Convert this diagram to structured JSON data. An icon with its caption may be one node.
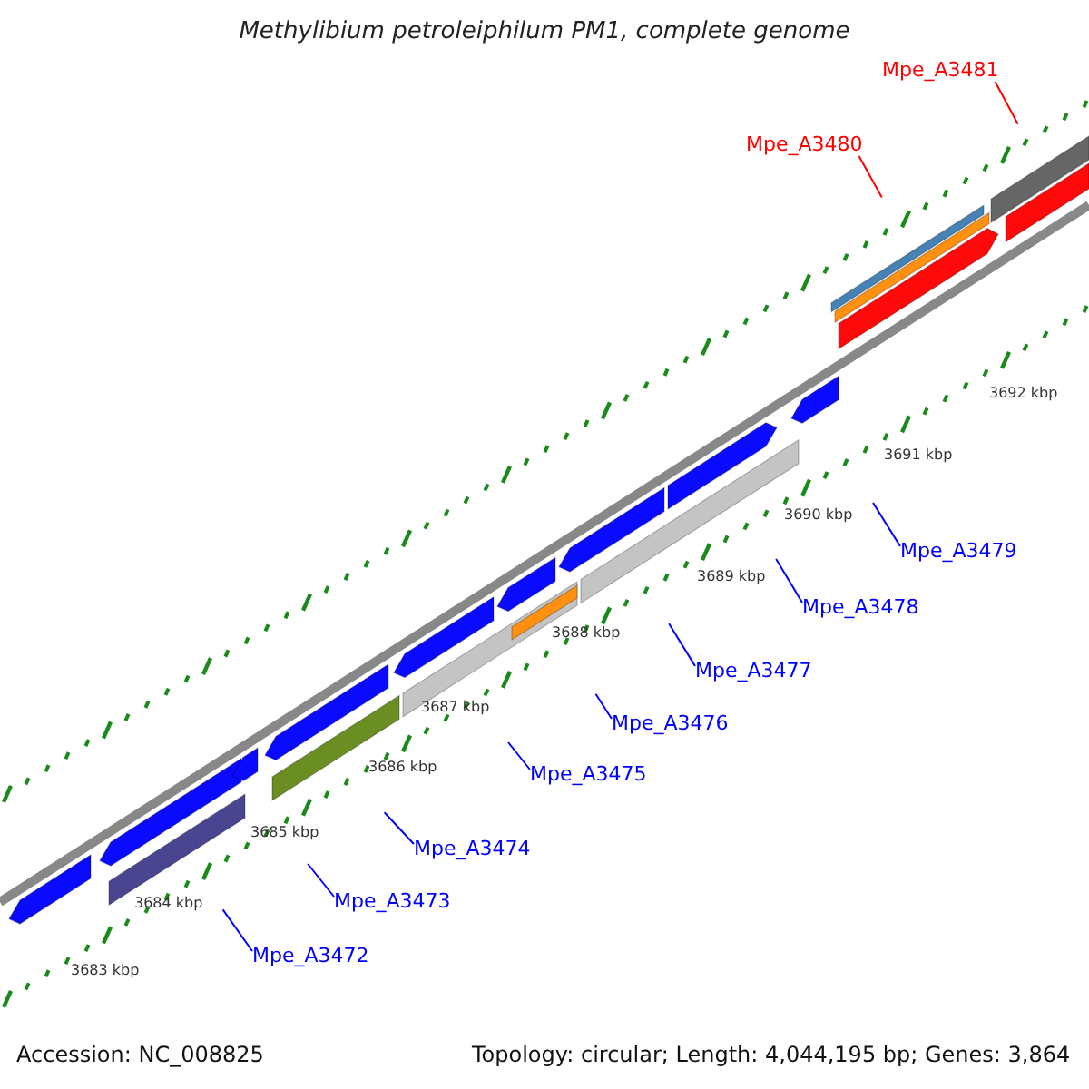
{
  "diagram": {
    "title": "Methylibium petroleiphilum PM1, complete genome",
    "nodes": [
      {
        "text": [
          "Mpe_A3481"
        ]
      },
      {
        "text": [
          "Mpe_A3480"
        ]
      },
      {
        "text": [
          "Mpe_A3479"
        ]
      },
      {
        "text": [
          "Mpe_A3478"
        ]
      },
      {
        "text": [
          "Mpe_A3477"
        ]
      },
      {
        "text": [
          "Mpe_A3476"
        ]
      },
      {
        "text": [
          "Mpe_A3475"
        ]
      },
      {
        "text": [
          "Mpe_A3474"
        ]
      },
      {
        "text": [
          "Mpe_A3473"
        ]
      },
      {
        "text": [
          "Mpe_A3472"
        ]
      }
    ],
    "edges": [
      {
        "from": 0,
        "to": null,
        "arrow": "none",
        "color": "#ff0000"
      },
      {
        "from": 1,
        "to": null,
        "arrow": "none",
        "color": "#ff0000"
      },
      {
        "from": 2,
        "to": null,
        "arrow": "none"
      },
      {
        "from": 3,
        "to": null,
        "arrow": "none"
      },
      {
        "from": 4,
        "to": null,
        "arrow": "none"
      },
      {
        "from": 5,
        "to": null,
        "arrow": "none"
      },
      {
        "from": 6,
        "to": null,
        "arrow": "none"
      },
      {
        "from": 7,
        "to": null,
        "arrow": "none"
      },
      {
        "from": 8,
        "to": null,
        "arrow": "none"
      },
      {
        "from": 9,
        "to": null,
        "arrow": "none"
      }
    ],
    "labels": [
      "3692 kbp",
      "3691 kbp",
      "3690 kbp",
      "3689 kbp",
      "3688 kbp",
      "3687 kbp",
      "3686 kbp",
      "3685 kbp",
      "3684 kbp",
      "3683 kbp",
      "Accession: NC_008825",
      "Topology: circular; Length: 4,044,195 bp; Genes: 3,864"
    ]
  }
}
